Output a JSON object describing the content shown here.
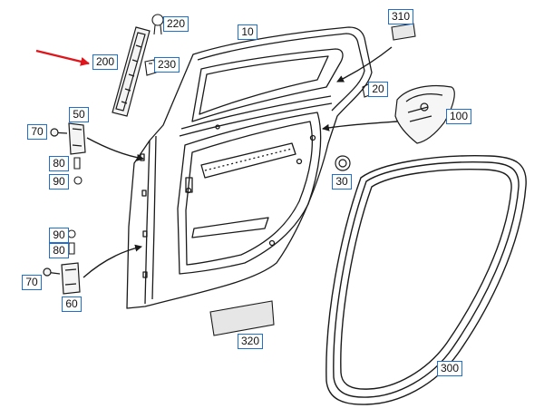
{
  "diagram": {
    "callouts": [
      {
        "id": "c220",
        "label": "220"
      },
      {
        "id": "c10",
        "label": "10"
      },
      {
        "id": "c310",
        "label": "310"
      },
      {
        "id": "c200",
        "label": "200"
      },
      {
        "id": "c230",
        "label": "230"
      },
      {
        "id": "c20",
        "label": "20"
      },
      {
        "id": "c50",
        "label": "50"
      },
      {
        "id": "c70a",
        "label": "70"
      },
      {
        "id": "c100",
        "label": "100"
      },
      {
        "id": "c80a",
        "label": "80"
      },
      {
        "id": "c90a",
        "label": "90"
      },
      {
        "id": "c30",
        "label": "30"
      },
      {
        "id": "c90b",
        "label": "90"
      },
      {
        "id": "c80b",
        "label": "80"
      },
      {
        "id": "c70b",
        "label": "70"
      },
      {
        "id": "c60",
        "label": "60"
      },
      {
        "id": "c320",
        "label": "320"
      },
      {
        "id": "c300",
        "label": "300"
      }
    ],
    "colors": {
      "line": "#1a1a1a",
      "callout_border": "#1f6fd1",
      "highlight_arrow": "#e0141b",
      "seal_fill": "#e8e8e8"
    }
  }
}
